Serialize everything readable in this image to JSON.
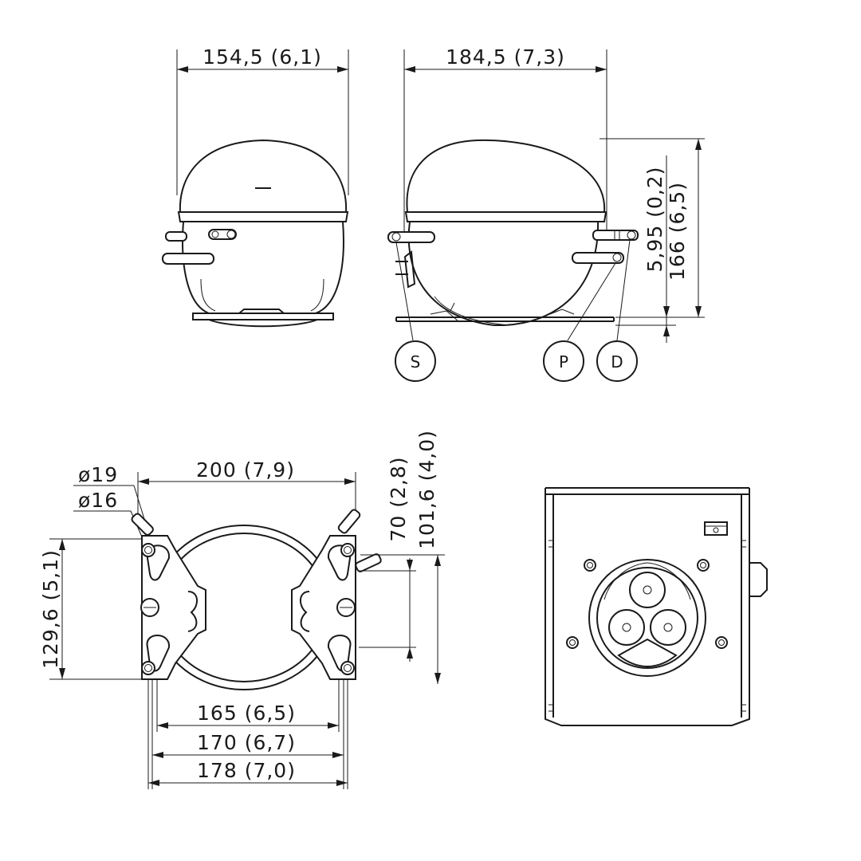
{
  "top_views": {
    "front_width": "154,5 (6,1)",
    "side_width": "184,5 (7,3)",
    "base_height": "5,95 (0,2)",
    "total_height": "166 (6,5)"
  },
  "connections": {
    "suction": "S",
    "process": "P",
    "discharge": "D"
  },
  "bottom_view": {
    "dia_outer": "ø19",
    "dia_inner": "ø16",
    "overall_width": "200 (7,9)",
    "dim_70": "70 (2,8)",
    "dim_101": "101,6 (4,0)",
    "mount_height": "129,6 (5,1)",
    "dim_165": "165 (6,5)",
    "dim_170": "170 (6,7)",
    "dim_178": "178 (7,0)"
  }
}
